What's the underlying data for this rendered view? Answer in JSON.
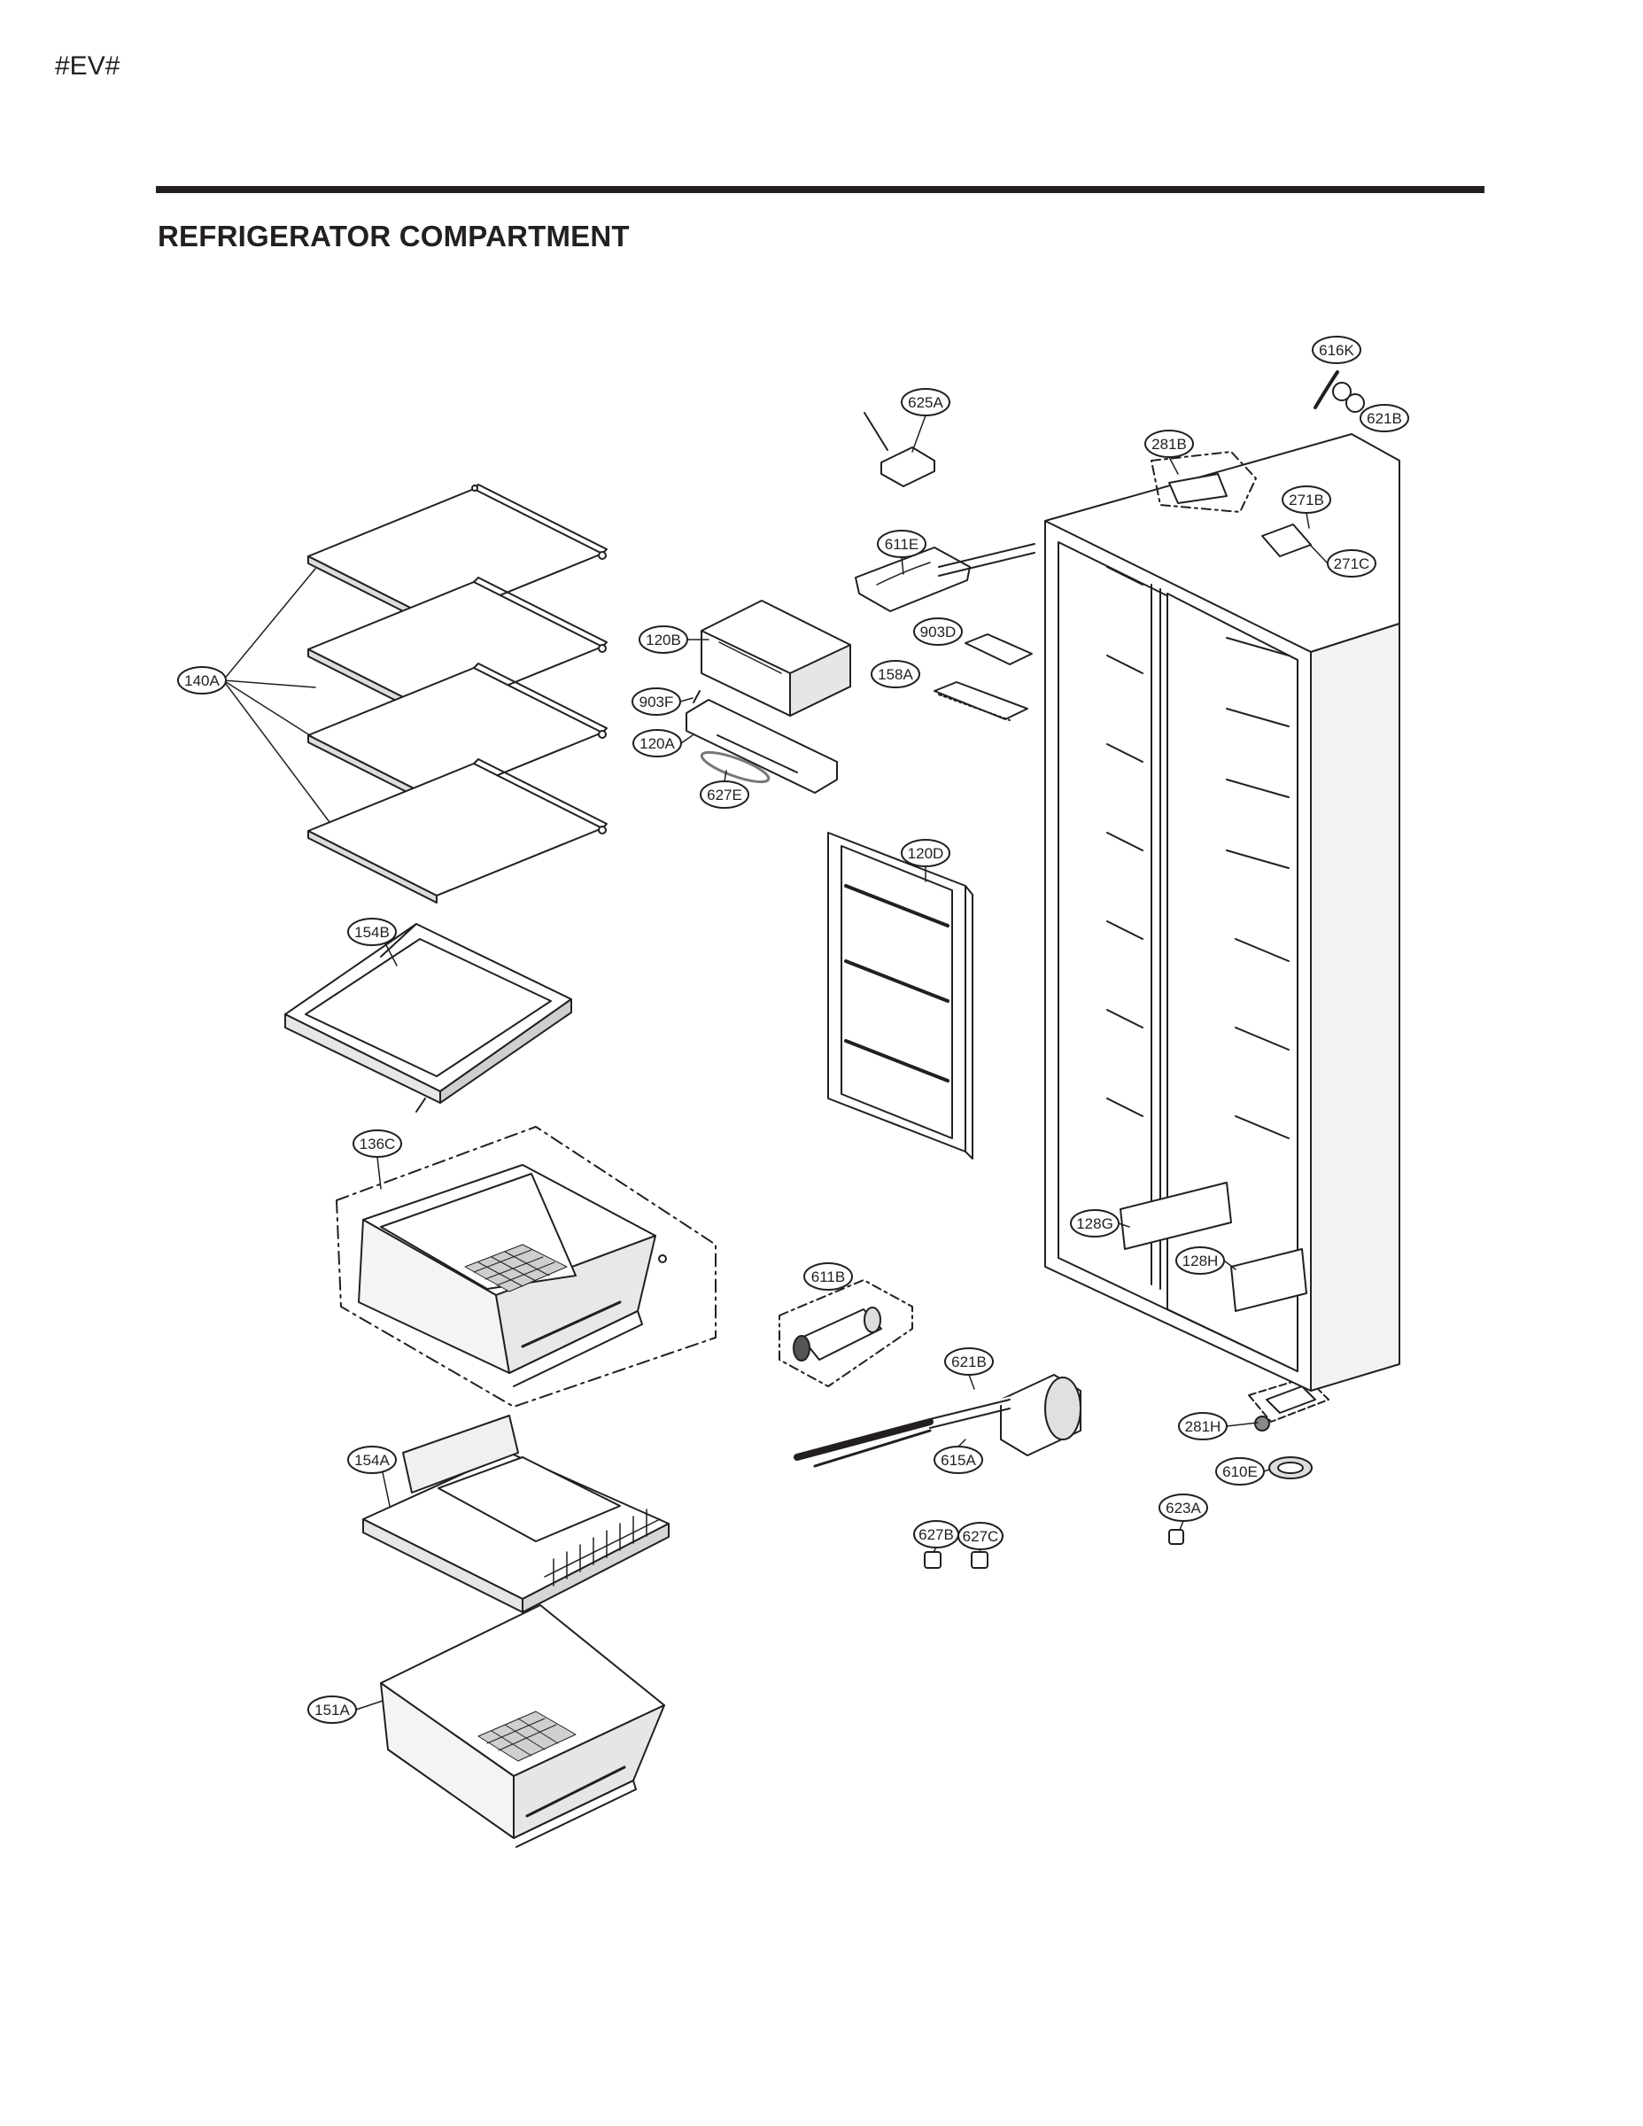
{
  "page_tag": "#EV#",
  "title": "REFRIGERATOR COMPARTMENT",
  "callouts": [
    "616K",
    "621B",
    "625A",
    "281B",
    "271B",
    "611E",
    "271C",
    "903D",
    "120B",
    "158A",
    "140A",
    "903F",
    "120A",
    "627E",
    "120D",
    "154B",
    "136C",
    "128G",
    "128H",
    "611B",
    "621B",
    "281H",
    "615A",
    "610E",
    "623A",
    "627B",
    "627C",
    "154A",
    "151A"
  ]
}
